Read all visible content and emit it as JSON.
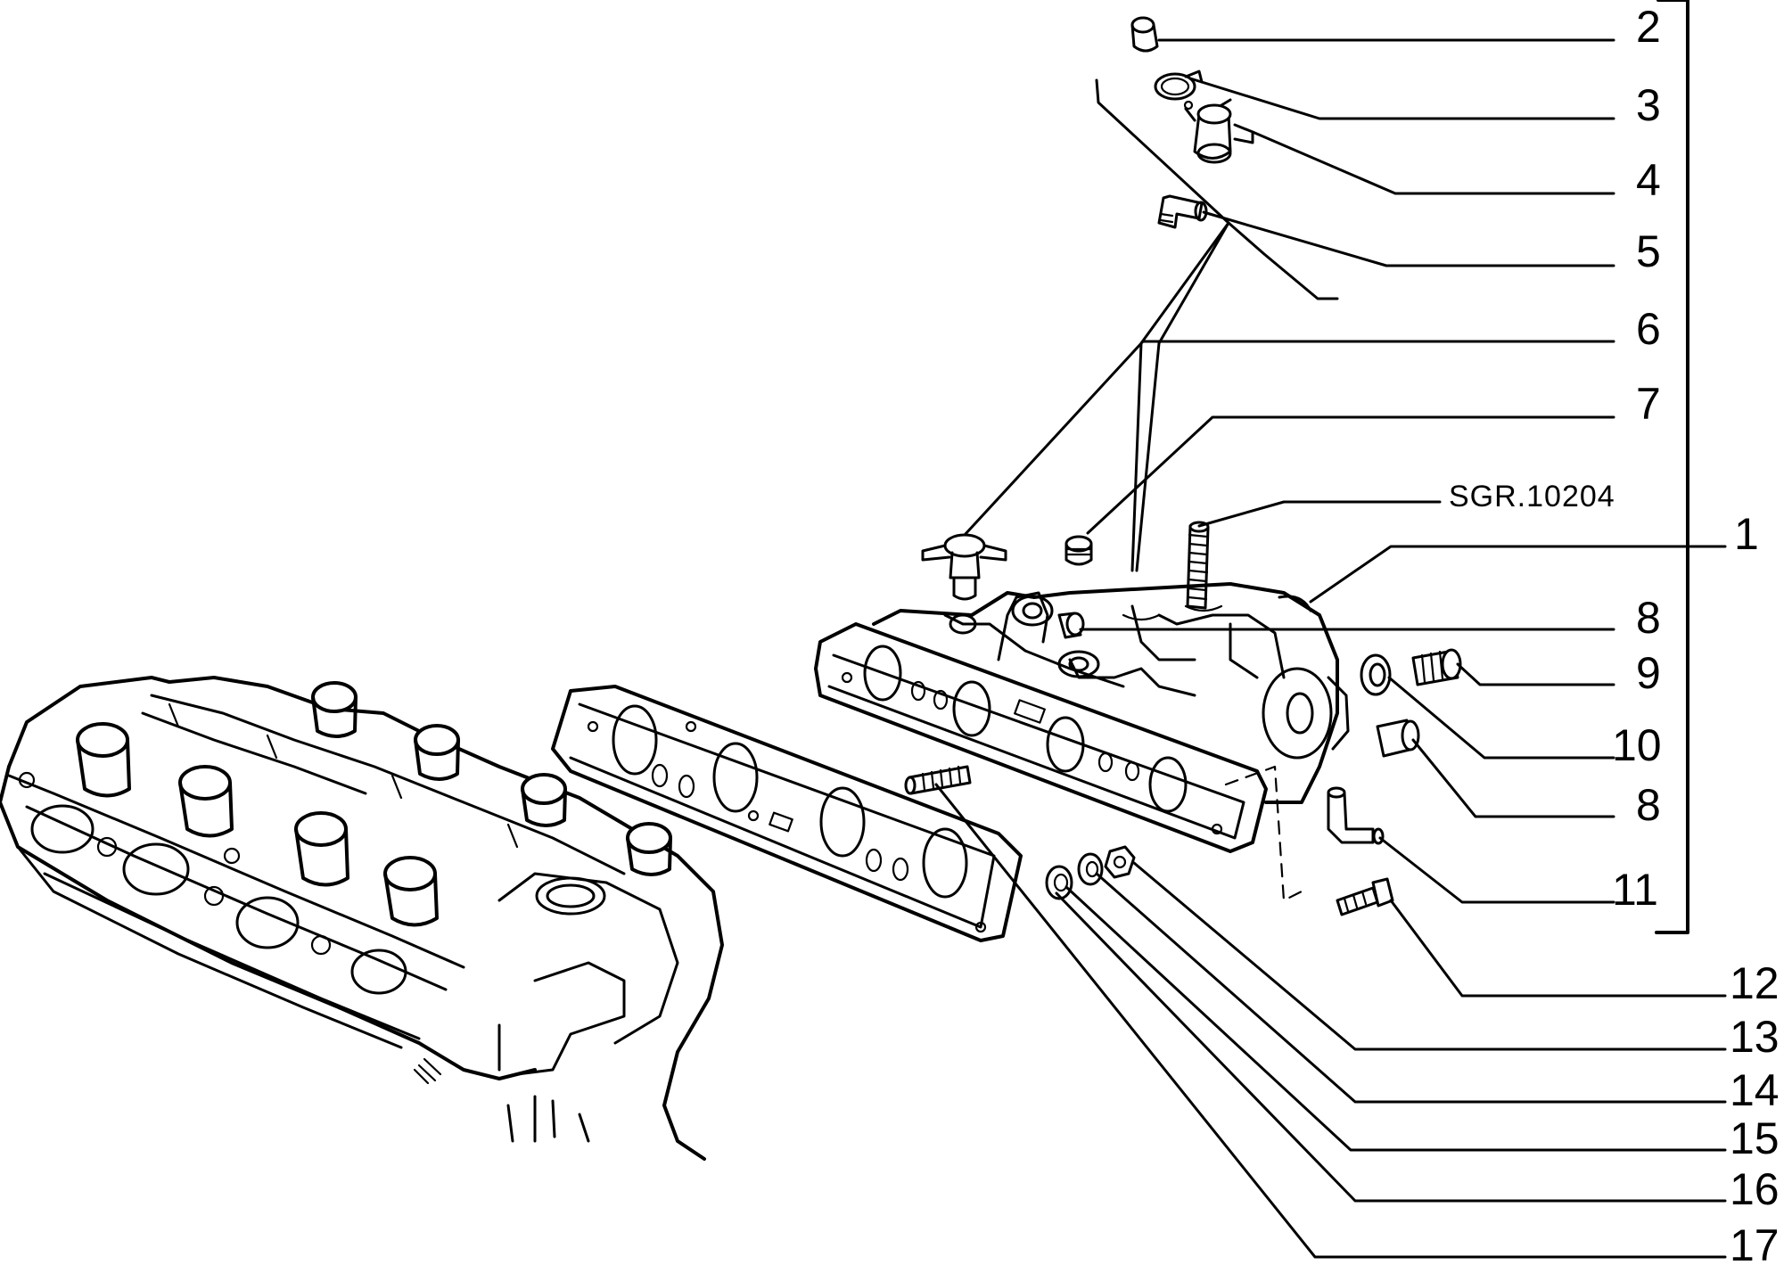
{
  "diagram": {
    "reference_code": "SGR.10204",
    "callouts": [
      "1",
      "2",
      "3",
      "4",
      "5",
      "6",
      "7",
      "8",
      "9",
      "10",
      "8",
      "11",
      "12",
      "13",
      "14",
      "15",
      "16",
      "17"
    ]
  }
}
